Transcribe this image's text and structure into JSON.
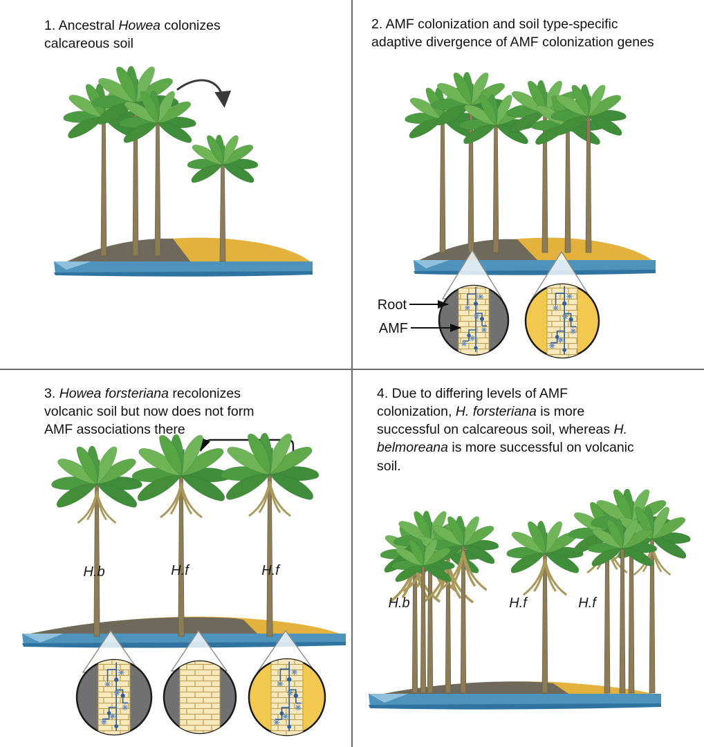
{
  "panels": {
    "panel1": {
      "title_segments": [
        {
          "t": "1. Ancestral "
        },
        {
          "t": "Howea",
          "i": true
        },
        {
          "t": " colonizes"
        },
        {
          "br": true
        },
        {
          "t": "calcareous soil"
        }
      ]
    },
    "panel2": {
      "title_segments": [
        {
          "t": "2. AMF colonization and soil type-specific"
        },
        {
          "br": true
        },
        {
          "t": "adaptive divergence of AMF colonization genes"
        }
      ],
      "inset_labels": {
        "root": "Root",
        "amf": "AMF"
      }
    },
    "panel3": {
      "title_segments": [
        {
          "t": "3. "
        },
        {
          "t": "Howea forsteriana",
          "i": true
        },
        {
          "t": " recolonizes"
        },
        {
          "br": true
        },
        {
          "t": "volcanic soil but now does not form"
        },
        {
          "br": true
        },
        {
          "t": "AMF associations there"
        }
      ],
      "palm_labels": [
        "H.b",
        "H.f",
        "H.f"
      ]
    },
    "panel4": {
      "title_segments": [
        {
          "t": "4. Due to differing levels of AMF"
        },
        {
          "br": true
        },
        {
          "t": "colonization, "
        },
        {
          "t": "H. forsteriana",
          "i": true
        },
        {
          "t": " is more"
        },
        {
          "br": true
        },
        {
          "t": "successful on calcareous soil, whereas "
        },
        {
          "t": "H.",
          "i": true
        },
        {
          "br": true
        },
        {
          "t": "belmoreana",
          "i": true
        },
        {
          "t": " is more successful on volcanic"
        },
        {
          "br": true
        },
        {
          "t": "soil."
        }
      ],
      "palm_labels": [
        "H.b",
        "H.f",
        "H.f"
      ]
    }
  },
  "colors": {
    "volcanic_soil": "#6E695B",
    "calcareous_soil": "#E2B23C",
    "water": "#4E93BC",
    "water_shadow": "#2F74A1",
    "root_cortex": "#F6E8BA",
    "root_brick_line": "#B99C4B",
    "amf_hyphae": "#2F5F9E",
    "foliage": "#4C9A41",
    "trunk": "#8C7C57",
    "inset_gray": "#717171",
    "inset_yellow": "#F2C84F"
  },
  "icons": {
    "colonization-arrow": "curved black arrow",
    "recolonization-arrow": "elbow black arrow",
    "root-pointer": "straight arrow",
    "amf-pointer": "straight arrow"
  }
}
